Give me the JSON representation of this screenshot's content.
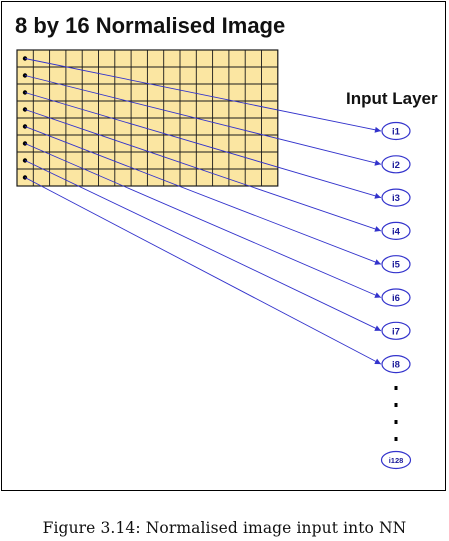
{
  "figure": {
    "title": "8 by 16 Normalised Image",
    "layer_label": "Input Layer",
    "grid": {
      "rows": 8,
      "cols": 16,
      "fill_color": "#fbe6a2",
      "line_color": "#1a1a1a"
    },
    "neurons": [
      "i1",
      "i2",
      "i3",
      "i4",
      "i5",
      "i6",
      "i7",
      "i8"
    ],
    "last_neuron": "i128",
    "ellipsis": "• • • •",
    "connector_color": "#3333cc"
  },
  "caption": "Figure 3.14: Normalised image input into NN"
}
